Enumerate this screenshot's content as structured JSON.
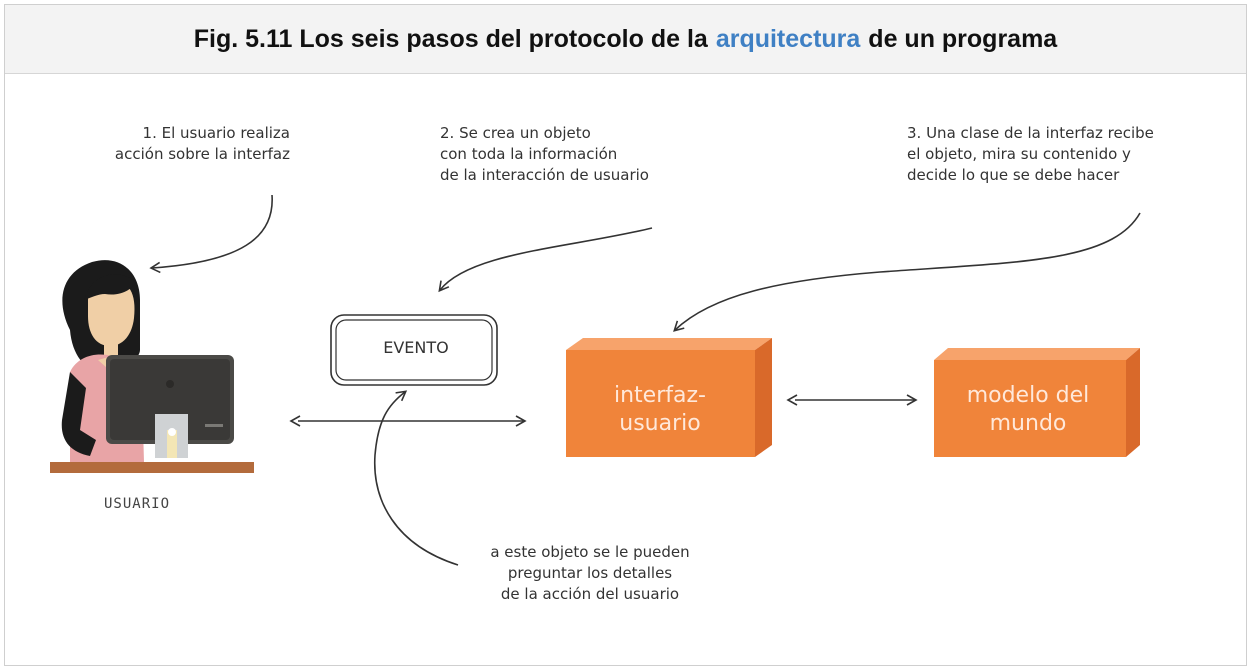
{
  "figure": {
    "title_prefix": "Fig. 5.11 Los seis pasos del protocolo de la",
    "title_link": "arquitectura",
    "title_suffix": "de un programa"
  },
  "notes": {
    "step1": [
      "1. El usuario realiza",
      "acción sobre la interfaz"
    ],
    "step2": [
      "2. Se crea un objeto",
      "con toda la información",
      "de la interacción de usuario"
    ],
    "step3": [
      "3. Una clase de la interfaz recibe",
      "el objeto, mira su contenido y",
      "decide lo que se debe hacer"
    ],
    "evento_note": [
      "a este objeto se le pueden",
      "preguntar los detalles",
      "de la acción del usuario"
    ]
  },
  "nodes": {
    "usuario_label": "USUARIO",
    "evento_label": "EVENTO",
    "interfaz_line1": "interfaz-",
    "interfaz_line2": "usuario",
    "modelo_line1": "modelo del",
    "modelo_line2": "mundo"
  },
  "colors": {
    "box_front": "#f0843a",
    "box_side": "#d9692a",
    "box_top": "#f7a36b",
    "title_link": "#3f80c4",
    "stroke": "#333333"
  }
}
